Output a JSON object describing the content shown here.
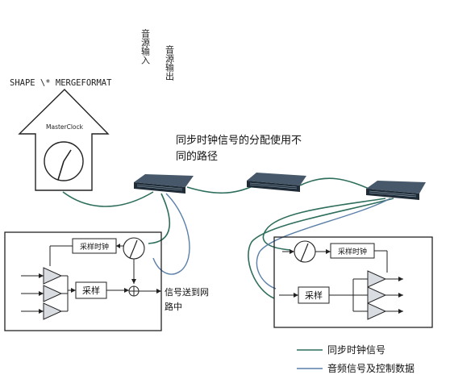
{
  "top_labels": {
    "audio_in": "音源输入",
    "audio_out": "音源输出",
    "shape_field": "SHAPE \\* MERGEFORMAT"
  },
  "master_clock": {
    "label": "MasterClock"
  },
  "caption": {
    "line1": "同步时钟信号的分配使用不",
    "line2": "同的路径"
  },
  "left_device": {
    "sampling_clock": "采样时钟",
    "sampling": "采样",
    "note_line1": "信号送到网",
    "note_line2": "路中"
  },
  "right_device": {
    "sampling_clock": "采样时钟",
    "sampling": "采样"
  },
  "legend": {
    "items": [
      {
        "label": "同步时钟信号",
        "color": "#2e6e5c"
      },
      {
        "label": "音频信号及控制数据",
        "color": "#5a7fa8"
      }
    ]
  },
  "colors": {
    "sync_line": "#2e6e5c",
    "audio_line": "#5a7fa8",
    "switch_body": "#2b3a48",
    "triangle_fill": "#d9dde2"
  }
}
